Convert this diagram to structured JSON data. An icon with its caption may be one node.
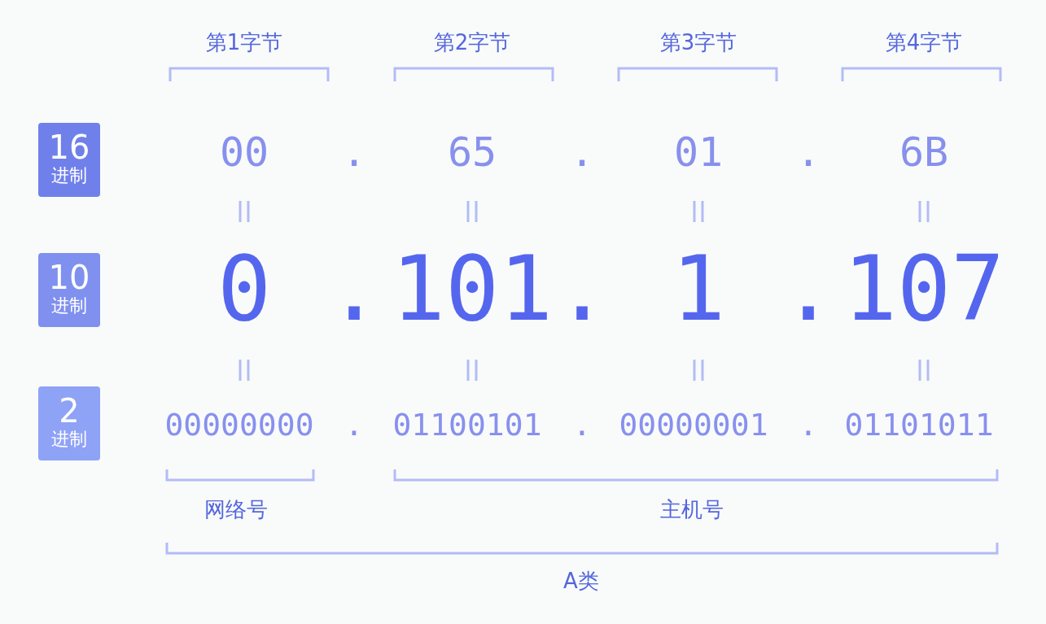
{
  "diagram": {
    "nodes": [
      {
        "text": [
          "16",
          "进制"
        ]
      },
      {
        "text": [
          "10",
          "进制"
        ]
      },
      {
        "text": [
          "2",
          "进制"
        ]
      }
    ],
    "labels": [
      "第1字节",
      "第2字节",
      "第3字节",
      "第4字节",
      "00",
      ".",
      "65",
      ".",
      "01",
      ".",
      "6B",
      "0",
      ".",
      "101",
      ".",
      "1",
      ".",
      "107",
      "00000000",
      ".",
      "01100101",
      ".",
      "00000001",
      ".",
      "01101011",
      "网络号",
      "主机号",
      "A类"
    ]
  }
}
